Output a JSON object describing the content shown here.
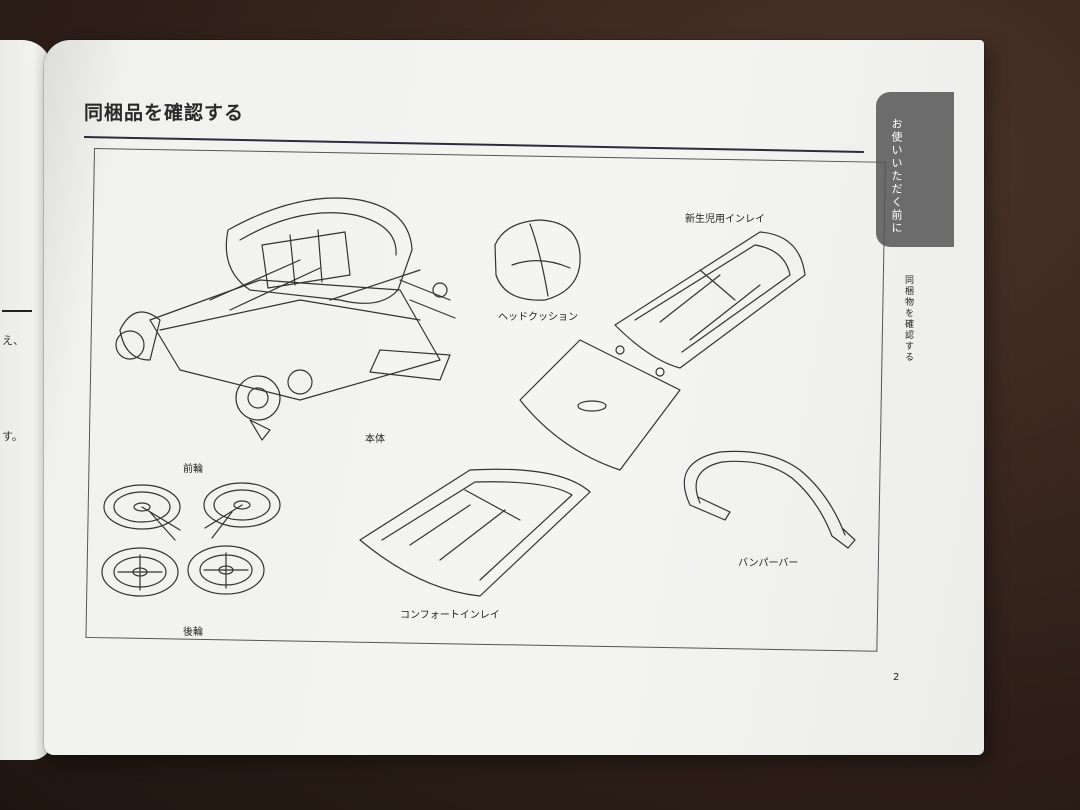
{
  "section_title": "同梱品を確認する",
  "tab_label": "お使いいただく前に",
  "side_label": "同梱物を確認する",
  "page_number": "2",
  "left_page_fragments": [
    "え、",
    "す。"
  ],
  "parts": {
    "body": "本体",
    "head_cushion": "ヘッドクッション",
    "newborn_inlay": "新生児用インレイ",
    "front_wheels": "前輪",
    "rear_wheels": "後輪",
    "comfort_inlay": "コンフォートインレイ",
    "bumper_bar": "バンパーバー"
  }
}
